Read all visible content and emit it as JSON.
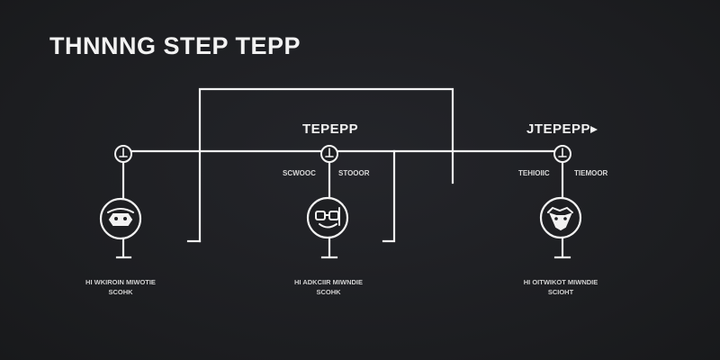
{
  "title": "THNNNG STEP TEPP",
  "steps": [
    {
      "label": "",
      "left_tag": "",
      "right_tag": "",
      "caption_line1": "HI WKIROIN MIWOTIE",
      "caption_line2": "SCOHK",
      "icon": "face-mask-icon"
    },
    {
      "label": "TEPEPP",
      "left_tag": "SCWOOC",
      "right_tag": "STOOOR",
      "caption_line1": "HI ADKCIIR MIWNDIE",
      "caption_line2": "SCOHK",
      "icon": "face-glasses-icon"
    },
    {
      "label": "JTEPEPP",
      "left_tag": "TEHIOIIC",
      "right_tag": "TIEMOOR",
      "caption_line1": "HI OITWIKOT MIWNDIE",
      "caption_line2": "SCIOHT",
      "icon": "dog-face-icon"
    }
  ],
  "colors": {
    "background": "#1e1f22",
    "line": "#f2f2f2"
  }
}
